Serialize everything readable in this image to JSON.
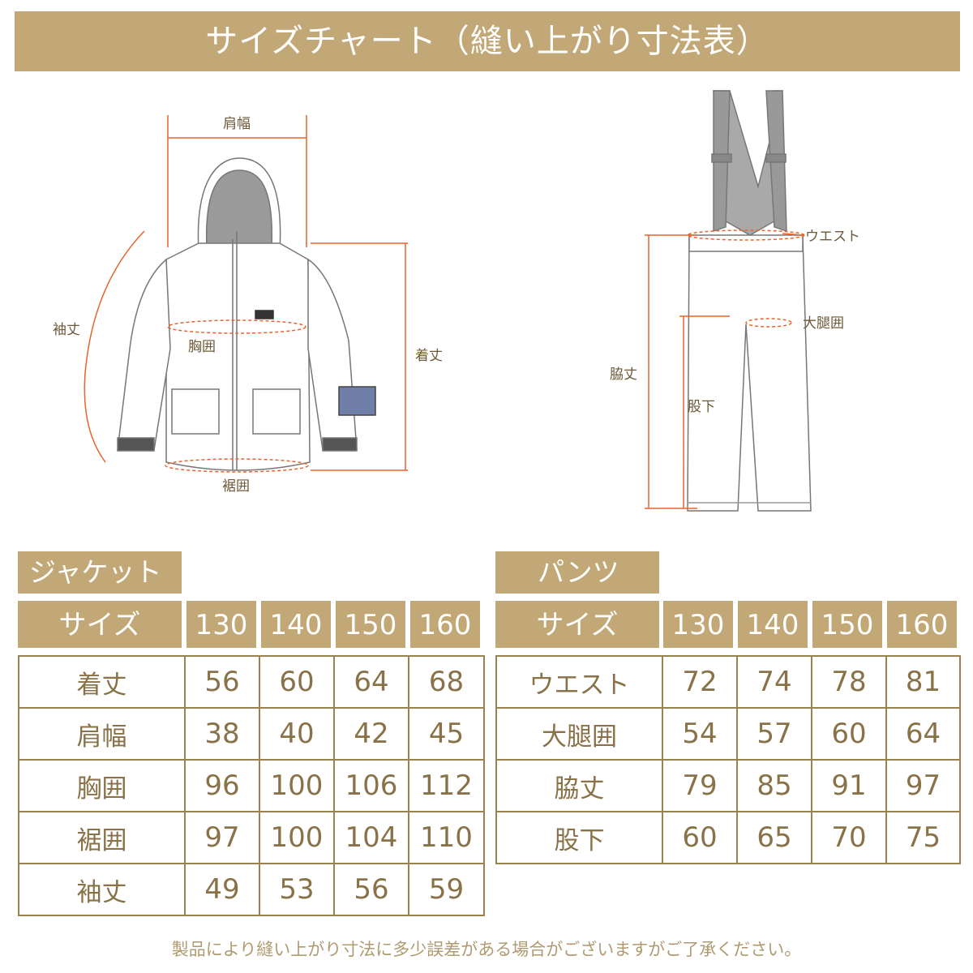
{
  "title": "サイズチャート（縫い上がり寸法表）",
  "diagram": {
    "jacket_labels": {
      "shoulder": "肩幅",
      "sleeve": "袖丈",
      "length": "着丈",
      "chest": "胸囲",
      "hem": "裾囲"
    },
    "pants_labels": {
      "waist": "ウエスト",
      "thigh": "大腿囲",
      "outseam": "脇丈",
      "inseam": "股下"
    }
  },
  "jacket": {
    "heading": "ジャケット",
    "size_label": "サイズ",
    "sizes": [
      "130",
      "140",
      "150",
      "160"
    ],
    "rows": [
      {
        "label": "着丈",
        "values": [
          "56",
          "60",
          "64",
          "68"
        ]
      },
      {
        "label": "肩幅",
        "values": [
          "38",
          "40",
          "42",
          "45"
        ]
      },
      {
        "label": "胸囲",
        "values": [
          "96",
          "100",
          "106",
          "112"
        ]
      },
      {
        "label": "裾囲",
        "values": [
          "97",
          "100",
          "104",
          "110"
        ]
      },
      {
        "label": "袖丈",
        "values": [
          "49",
          "53",
          "56",
          "59"
        ]
      }
    ]
  },
  "pants": {
    "heading": "パンツ",
    "size_label": "サイズ",
    "sizes": [
      "130",
      "140",
      "150",
      "160"
    ],
    "rows": [
      {
        "label": "ウエスト",
        "values": [
          "72",
          "74",
          "78",
          "81"
        ]
      },
      {
        "label": "大腿囲",
        "values": [
          "54",
          "57",
          "60",
          "64"
        ]
      },
      {
        "label": "脇丈",
        "values": [
          "79",
          "85",
          "91",
          "97"
        ]
      },
      {
        "label": "股下",
        "values": [
          "60",
          "65",
          "70",
          "75"
        ]
      }
    ]
  },
  "footer": "製品により縫い上がり寸法に多少誤差がある場合がございますがご了承ください。",
  "colors": {
    "accent": "#c3a877",
    "measure_line": "#e8642c",
    "text": "#8a7248"
  }
}
